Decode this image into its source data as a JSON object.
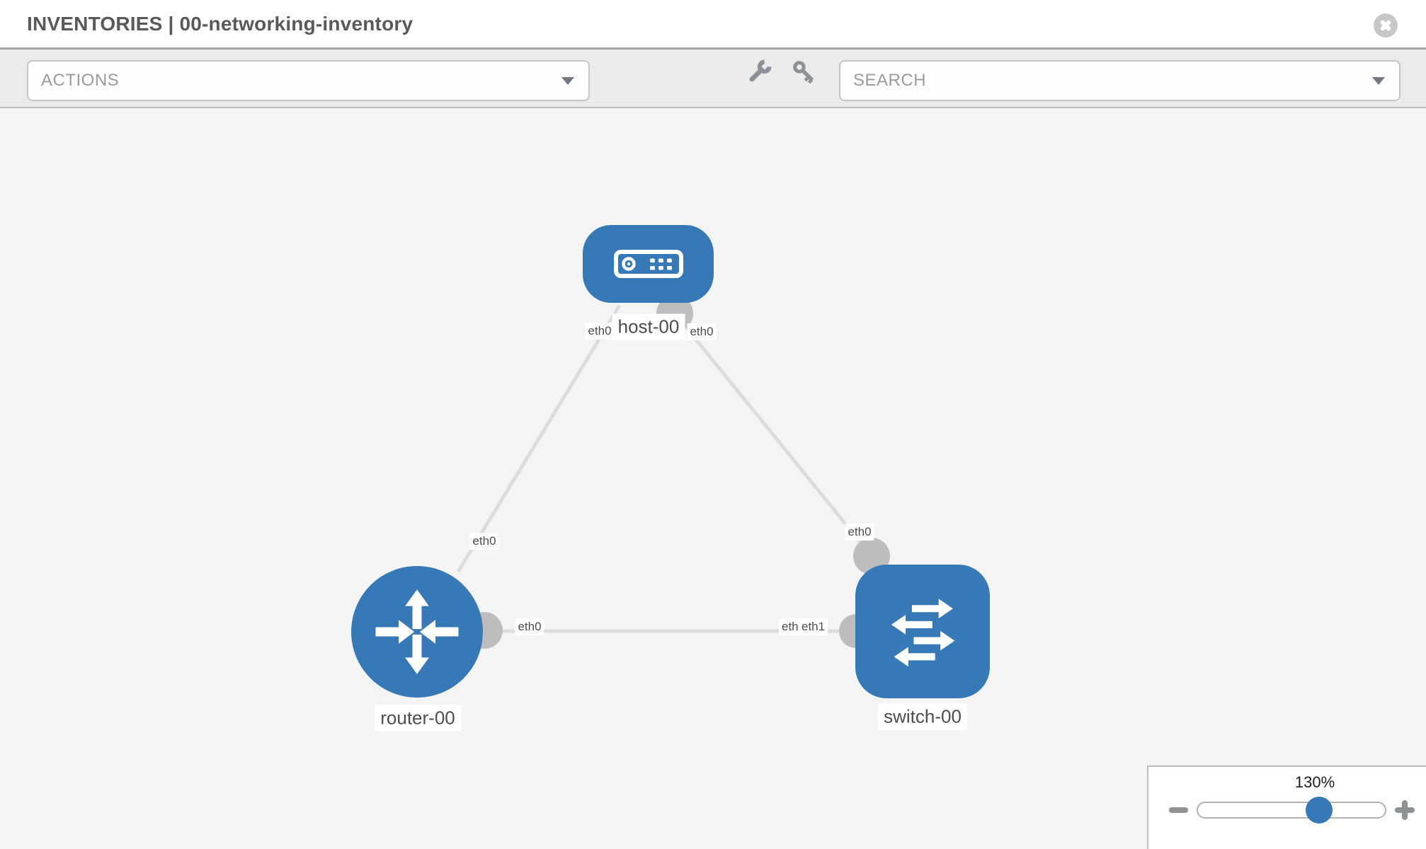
{
  "header": {
    "title": "INVENTORIES | 00-networking-inventory",
    "close_icon": "x-circle"
  },
  "toolbar": {
    "actions_label": "ACTIONS",
    "search_label": "SEARCH",
    "icons": [
      "wrench-icon",
      "key-icon"
    ]
  },
  "canvas": {
    "nodes": [
      {
        "label": "host-00",
        "type": "host",
        "icon": "server-icon"
      },
      {
        "label": "router-00",
        "type": "router",
        "icon": "router-arrows-icon"
      },
      {
        "label": "switch-00",
        "type": "switch",
        "icon": "switch-arrows-icon"
      }
    ],
    "links": [
      {
        "source": "host-00",
        "target": "router-00",
        "source_interface": "eth0",
        "target_interface": "eth0"
      },
      {
        "source": "host-00",
        "target": "switch-00",
        "source_interface": "eth0",
        "target_interface": "eth0"
      },
      {
        "source": "router-00",
        "target": "switch-00",
        "source_interface": "eth0",
        "target_interface": "eth1"
      }
    ]
  },
  "zoom_control": {
    "level": "130%",
    "minus_icon": "zoom-out-minus",
    "plus_icon": "zoom-in-plus"
  },
  "colors": {
    "node_blue": "#3778b7",
    "link_gray": "#dcdcdc",
    "connector_gray": "#bdbdbd",
    "canvas_bg": "#f4f4f4",
    "toolbar_bg": "#ebebeb"
  }
}
